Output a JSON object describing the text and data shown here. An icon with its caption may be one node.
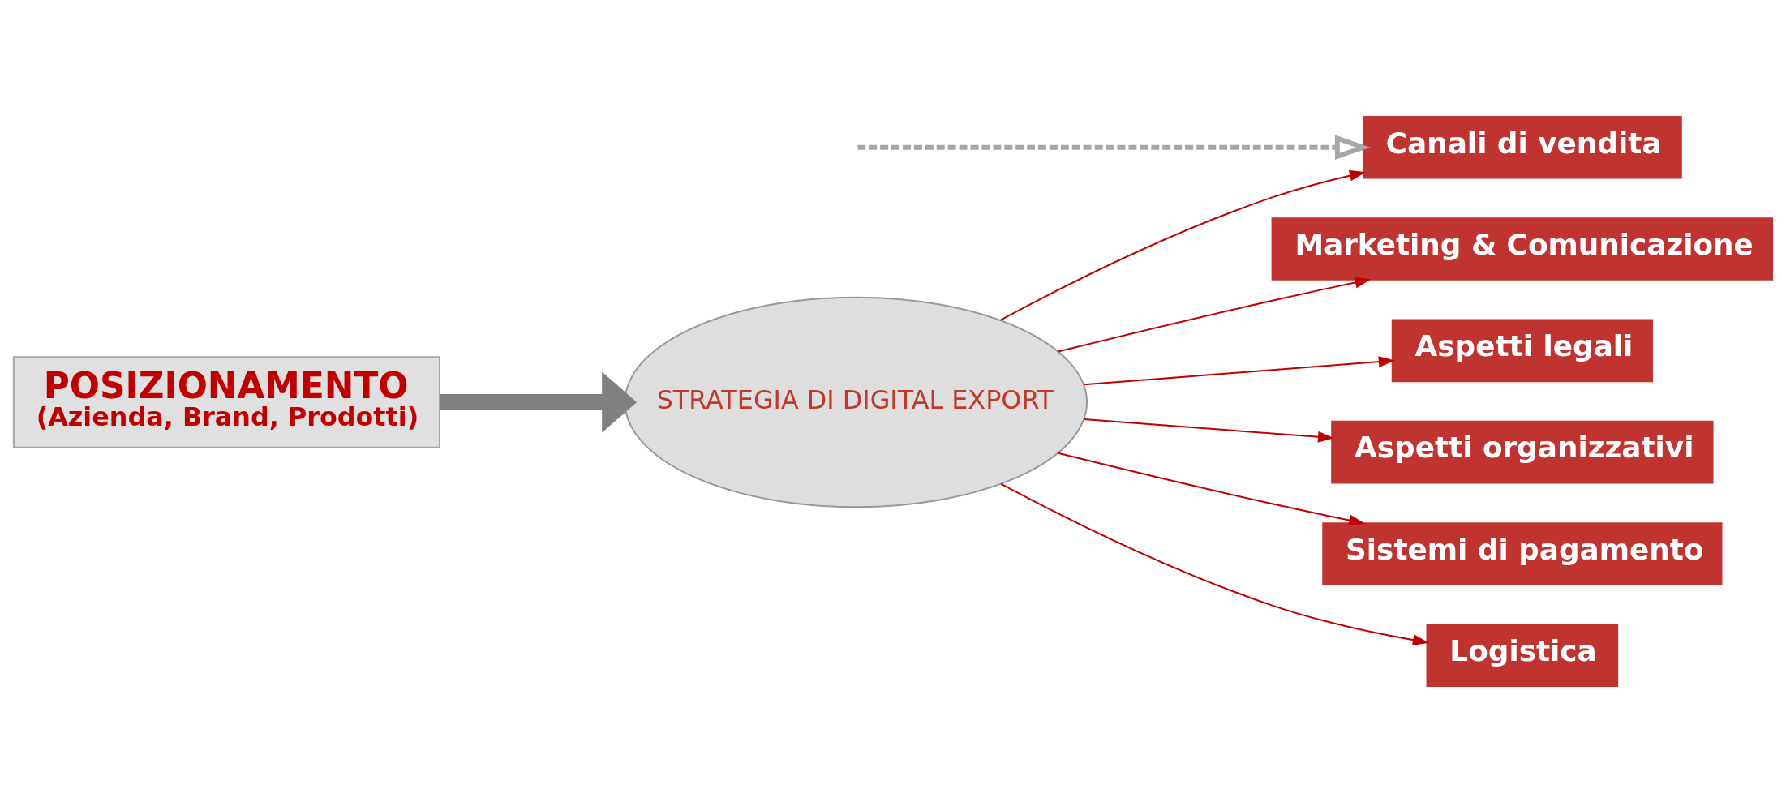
{
  "diagram": {
    "nodes": [
      {
        "text": [
          "POSIZIONAMENTO",
          "(Azienda, Brand, Prodotti)"
        ]
      },
      {
        "text": [
          "STRATEGIA DI DIGITAL EXPORT"
        ]
      },
      {
        "text": [
          "Canali di vendita"
        ]
      },
      {
        "text": [
          "Marketing & Comunicazione"
        ]
      },
      {
        "text": [
          "Aspetti legali"
        ]
      },
      {
        "text": [
          "Aspetti organizzativi"
        ]
      },
      {
        "text": [
          "Sistemi di pagamento"
        ]
      },
      {
        "text": [
          "Logistica"
        ]
      }
    ],
    "edges": [
      {
        "from": 0,
        "to": 1,
        "arrow": "to",
        "style": "thick",
        "color": "#808080"
      },
      {
        "from": null,
        "to": 2,
        "arrow": "to",
        "style": "dashed",
        "color": "#a6a6a6"
      },
      {
        "from": 1,
        "to": 2,
        "arrow": "to"
      },
      {
        "from": 1,
        "to": 3,
        "arrow": "to"
      },
      {
        "from": 1,
        "to": 4,
        "arrow": "to"
      },
      {
        "from": 1,
        "to": 5,
        "arrow": "to"
      },
      {
        "from": 1,
        "to": 6,
        "arrow": "to"
      },
      {
        "from": 1,
        "to": 7,
        "arrow": "to"
      }
    ]
  }
}
